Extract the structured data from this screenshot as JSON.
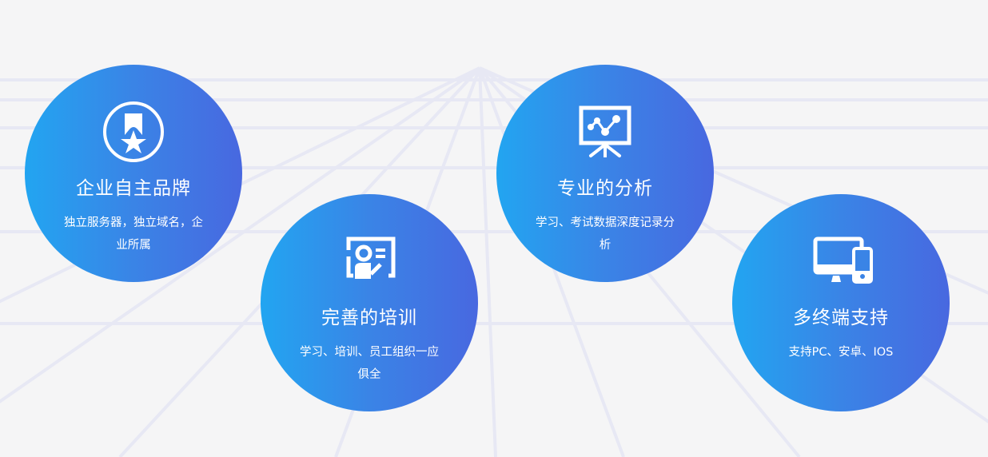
{
  "features": [
    {
      "icon": "medal-star-icon",
      "title": "企业自主品牌",
      "desc": "独立服务器，独立域名，企业所属"
    },
    {
      "icon": "training-board-icon",
      "title": "完善的培训",
      "desc": "学习、培训、员工组织一应俱全"
    },
    {
      "icon": "analytics-presentation-icon",
      "title": "专业的分析",
      "desc": "学习、考试数据深度记录分析"
    },
    {
      "icon": "multi-device-icon",
      "title": "多终端支持",
      "desc": "支持PC、安卓、IOS"
    }
  ],
  "colors": {
    "gradient_start": "#22a5f1",
    "gradient_end": "#4868e0",
    "background": "#f5f5f6",
    "grid_lines": "#e6e7f3"
  }
}
